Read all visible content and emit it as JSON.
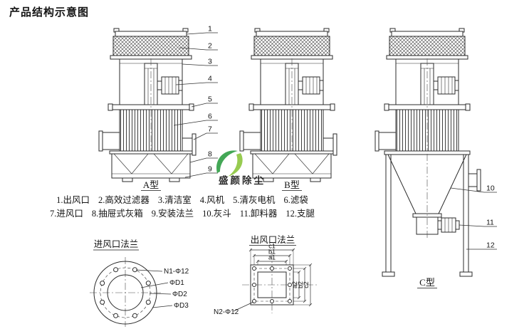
{
  "page": {
    "title": "产品结构示意图"
  },
  "views": {
    "a": "A型",
    "b": "B型",
    "c": "C型"
  },
  "callouts": [
    "1",
    "2",
    "3",
    "4",
    "5",
    "6",
    "7",
    "8",
    "9",
    "10",
    "11",
    "12"
  ],
  "legend": {
    "line1": [
      "1.出风口",
      "2.高效过滤器",
      "3.清洁室",
      "4.风机",
      "5.清灰电机",
      "6.滤袋"
    ],
    "line2": [
      "7.进风口",
      "8.抽屉式灰箱",
      "9.安装法兰",
      "10.灰斗",
      "11.卸料器",
      "12.支腿"
    ]
  },
  "inlet_flange": {
    "title": "进风口法兰",
    "bolt_label": "N1-Φ12",
    "d1": "ΦD1",
    "d2": "ΦD2",
    "d3": "ΦD3"
  },
  "outlet_flange": {
    "title": "出风口法兰",
    "bolt_label": "N2-Φ12",
    "a1": "a1",
    "b1": "b1",
    "c1": "c1",
    "a2": "a2",
    "b2": "b2",
    "c2": "c2"
  },
  "watermark": {
    "text": "盛颜除尘",
    "color": "#2f9e44",
    "color2": "#8cc63e"
  }
}
